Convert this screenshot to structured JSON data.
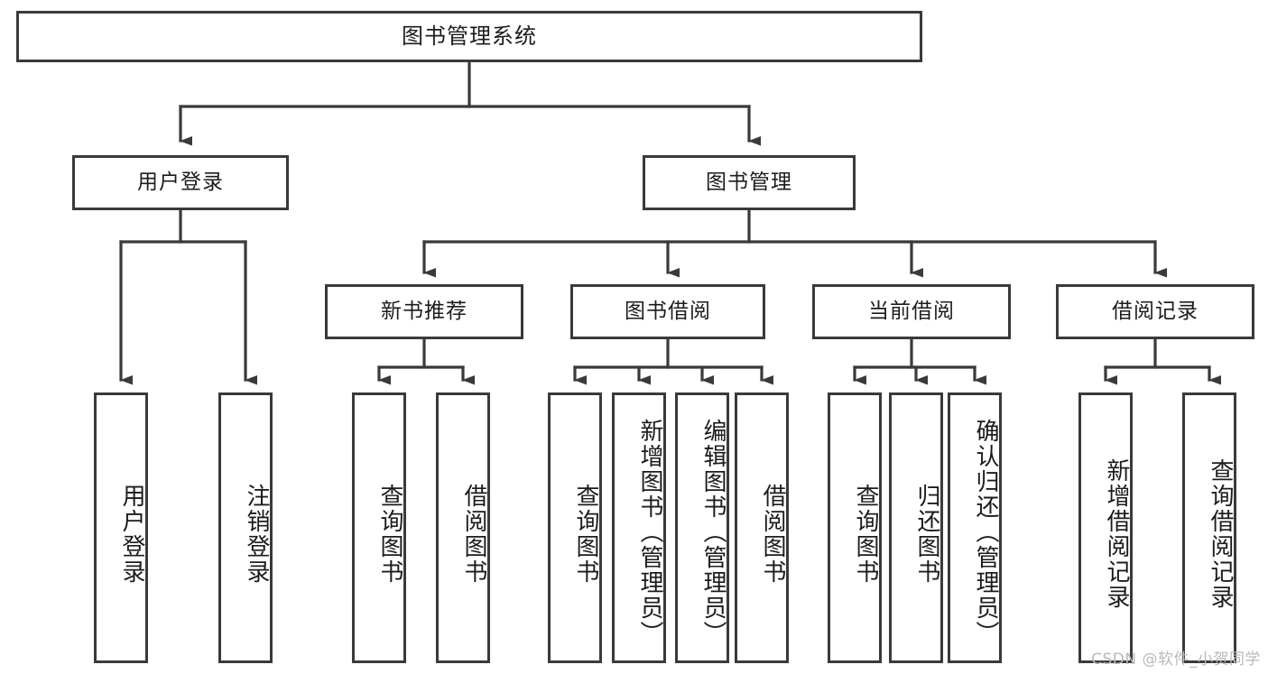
{
  "diagram": {
    "title": "图书管理系统",
    "type": "hierarchy-tree",
    "watermark": "CSDN @软件_小贺同学",
    "colors": {
      "node_border": "#3a3a3a",
      "node_fill": "#ffffff",
      "edge": "#3a3a3a",
      "text": "#1c1c1c",
      "watermark": "#b9b9b9",
      "background": "#ffffff"
    },
    "nodes": {
      "root": {
        "label": "图书管理系统"
      },
      "level2": [
        {
          "id": "user-login",
          "label": "用户登录"
        },
        {
          "id": "book-manage",
          "label": "图书管理"
        }
      ],
      "level3": [
        {
          "id": "new-book-recommend",
          "label": "新书推荐"
        },
        {
          "id": "book-borrow",
          "label": "图书借阅"
        },
        {
          "id": "current-borrow",
          "label": "当前借阅"
        },
        {
          "id": "borrow-record",
          "label": "借阅记录"
        }
      ],
      "leaves": {
        "user-login": [
          {
            "id": "login",
            "label": "用户登录"
          },
          {
            "id": "logout",
            "label": "注销登录"
          }
        ],
        "new-book-recommend": [
          {
            "id": "query-book-1",
            "label": "查询图书"
          },
          {
            "id": "borrow-book-1",
            "label": "借阅图书"
          }
        ],
        "book-borrow": [
          {
            "id": "query-book-2",
            "label": "查询图书"
          },
          {
            "id": "add-book",
            "label": "新增图书（管理员）"
          },
          {
            "id": "edit-book",
            "label": "编辑图书（管理员）"
          },
          {
            "id": "borrow-book-2",
            "label": "借阅图书"
          }
        ],
        "current-borrow": [
          {
            "id": "query-book-3",
            "label": "查询图书"
          },
          {
            "id": "return-book",
            "label": "归还图书"
          },
          {
            "id": "confirm-return",
            "label": "确认归还（管理员）"
          }
        ],
        "borrow-record": [
          {
            "id": "add-record",
            "label": "新增借阅记录"
          },
          {
            "id": "query-record",
            "label": "查询借阅记录"
          }
        ]
      }
    }
  }
}
